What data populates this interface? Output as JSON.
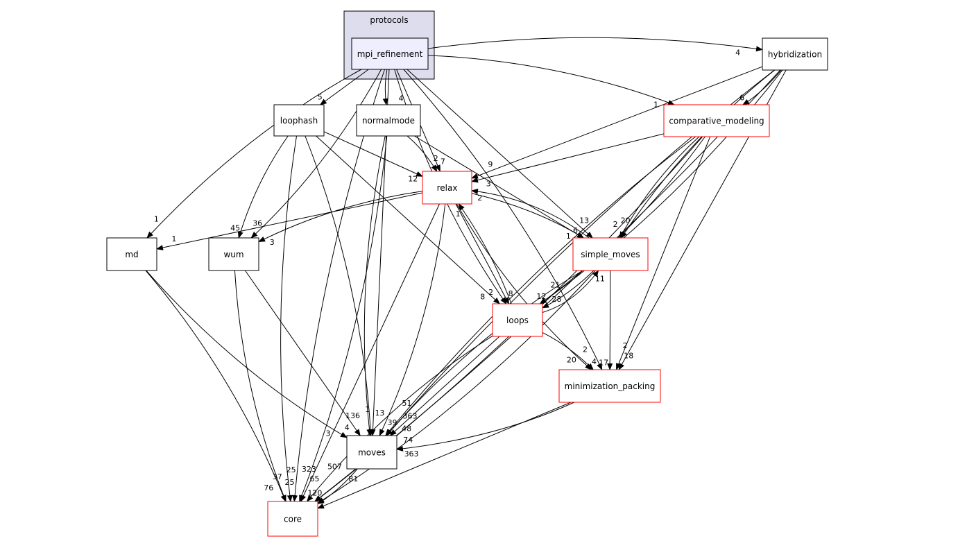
{
  "cluster": {
    "label": "protocols"
  },
  "nodes": [
    {
      "id": "mpi_refinement",
      "label": "mpi_refinement",
      "style": "focus"
    },
    {
      "id": "hybridization",
      "label": "hybridization",
      "style": "plain"
    },
    {
      "id": "loophash",
      "label": "loophash",
      "style": "plain"
    },
    {
      "id": "normalmode",
      "label": "normalmode",
      "style": "plain"
    },
    {
      "id": "comparative_modeling",
      "label": "comparative_modeling",
      "style": "red"
    },
    {
      "id": "relax",
      "label": "relax",
      "style": "red"
    },
    {
      "id": "md",
      "label": "md",
      "style": "plain"
    },
    {
      "id": "wum",
      "label": "wum",
      "style": "plain"
    },
    {
      "id": "simple_moves",
      "label": "simple_moves",
      "style": "red"
    },
    {
      "id": "loops",
      "label": "loops",
      "style": "red"
    },
    {
      "id": "minimization_packing",
      "label": "minimization_packing",
      "style": "red"
    },
    {
      "id": "moves",
      "label": "moves",
      "style": "plain"
    },
    {
      "id": "core",
      "label": "core",
      "style": "red"
    }
  ],
  "edges": [
    {
      "from": "mpi_refinement",
      "to": "hybridization",
      "label": "4"
    },
    {
      "from": "mpi_refinement",
      "to": "loophash",
      "label": "5"
    },
    {
      "from": "mpi_refinement",
      "to": "normalmode",
      "label": "4"
    },
    {
      "from": "mpi_refinement",
      "to": "comparative_modeling",
      "label": "1"
    },
    {
      "from": "mpi_refinement",
      "to": "relax",
      "label": "7"
    },
    {
      "from": "mpi_refinement",
      "to": "md",
      "label": "1"
    },
    {
      "from": "mpi_refinement",
      "to": "wum",
      "label": "36"
    },
    {
      "from": "mpi_refinement",
      "to": "simple_moves",
      "label": "6"
    },
    {
      "from": "mpi_refinement",
      "to": "loops",
      "label": "2"
    },
    {
      "from": "mpi_refinement",
      "to": "minimization_packing",
      "label": "2"
    },
    {
      "from": "mpi_refinement",
      "to": "moves",
      "label": "1"
    },
    {
      "from": "mpi_refinement",
      "to": "core",
      "label": "25"
    },
    {
      "from": "hybridization",
      "to": "comparative_modeling",
      "label": "6"
    },
    {
      "from": "hybridization",
      "to": "relax",
      "label": "9"
    },
    {
      "from": "hybridization",
      "to": "simple_moves",
      "label": "20"
    },
    {
      "from": "hybridization",
      "to": "loops",
      "label": "21"
    },
    {
      "from": "hybridization",
      "to": "minimization_packing",
      "label": "2"
    },
    {
      "from": "hybridization",
      "to": "moves",
      "label": "51"
    },
    {
      "from": "hybridization",
      "to": "core",
      "label": "81"
    },
    {
      "from": "loophash",
      "to": "relax",
      "label": "12"
    },
    {
      "from": "loophash",
      "to": "wum",
      "label": "45"
    },
    {
      "from": "loophash",
      "to": "moves",
      "label": "13"
    },
    {
      "from": "loophash",
      "to": "loops",
      "label": "8"
    },
    {
      "from": "loophash",
      "to": "core",
      "label": "37"
    },
    {
      "from": "normalmode",
      "to": "relax",
      "label": "2"
    },
    {
      "from": "normalmode",
      "to": "simple_moves",
      "label": "1"
    },
    {
      "from": "normalmode",
      "to": "moves",
      "label": "136"
    },
    {
      "from": "normalmode",
      "to": "core",
      "label": "65"
    },
    {
      "from": "comparative_modeling",
      "to": "relax",
      "label": "3"
    },
    {
      "from": "comparative_modeling",
      "to": "simple_moves",
      "label": "2"
    },
    {
      "from": "comparative_modeling",
      "to": "loops",
      "label": "28"
    },
    {
      "from": "comparative_modeling",
      "to": "minimization_packing",
      "label": "18"
    },
    {
      "from": "comparative_modeling",
      "to": "moves",
      "label": "363"
    },
    {
      "from": "comparative_modeling",
      "to": "core",
      "label": "507"
    },
    {
      "from": "relax",
      "to": "md",
      "label": "1"
    },
    {
      "from": "relax",
      "to": "wum",
      "label": "3"
    },
    {
      "from": "relax",
      "to": "simple_moves",
      "label": "13"
    },
    {
      "from": "relax",
      "to": "loops",
      "label": "8"
    },
    {
      "from": "relax",
      "to": "minimization_packing",
      "label": "20"
    },
    {
      "from": "relax",
      "to": "moves",
      "label": "39"
    },
    {
      "from": "relax",
      "to": "core",
      "label": "323"
    },
    {
      "from": "simple_moves",
      "to": "relax",
      "label": "2"
    },
    {
      "from": "simple_moves",
      "to": "loops",
      "label": "12"
    },
    {
      "from": "simple_moves",
      "to": "minimization_packing",
      "label": "17"
    },
    {
      "from": "simple_moves",
      "to": "moves",
      "label": "48"
    },
    {
      "from": "simple_moves",
      "to": "core",
      "label": ""
    },
    {
      "from": "loops",
      "to": "relax",
      "label": "1"
    },
    {
      "from": "loops",
      "to": "simple_moves",
      "label": "11"
    },
    {
      "from": "loops",
      "to": "minimization_packing",
      "label": "4"
    },
    {
      "from": "loops",
      "to": "moves",
      "label": "74"
    },
    {
      "from": "loops",
      "to": "core",
      "label": ""
    },
    {
      "from": "minimization_packing",
      "to": "moves",
      "label": "363"
    },
    {
      "from": "minimization_packing",
      "to": "core",
      "label": ""
    },
    {
      "from": "md",
      "to": "moves",
      "label": "3"
    },
    {
      "from": "md",
      "to": "core",
      "label": "76"
    },
    {
      "from": "wum",
      "to": "moves",
      "label": "4"
    },
    {
      "from": "wum",
      "to": "core",
      "label": "25"
    },
    {
      "from": "moves",
      "to": "core",
      "label": "120"
    }
  ]
}
